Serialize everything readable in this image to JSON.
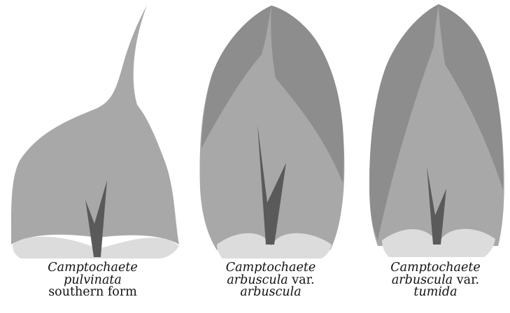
{
  "colors": {
    "leaf_mid": "#a8a8a8",
    "leaf_dark": "#8d8d8d",
    "leaf_light": "#dcdcdc",
    "costa": "#5a5a5a",
    "text": "#111111"
  },
  "panels": [
    {
      "caption_line1": "Camptochaete",
      "caption_line2": "pulvinata",
      "caption_line3": "southern form"
    },
    {
      "caption_line1": "Camptochaete",
      "caption_line2_italic": "arbuscula",
      "caption_line2_roman": " var.",
      "caption_line3": "arbuscula"
    },
    {
      "caption_line1": "Camptochaete",
      "caption_line2_italic": "arbuscula",
      "caption_line2_roman": " var.",
      "caption_line3": "tumida"
    }
  ]
}
